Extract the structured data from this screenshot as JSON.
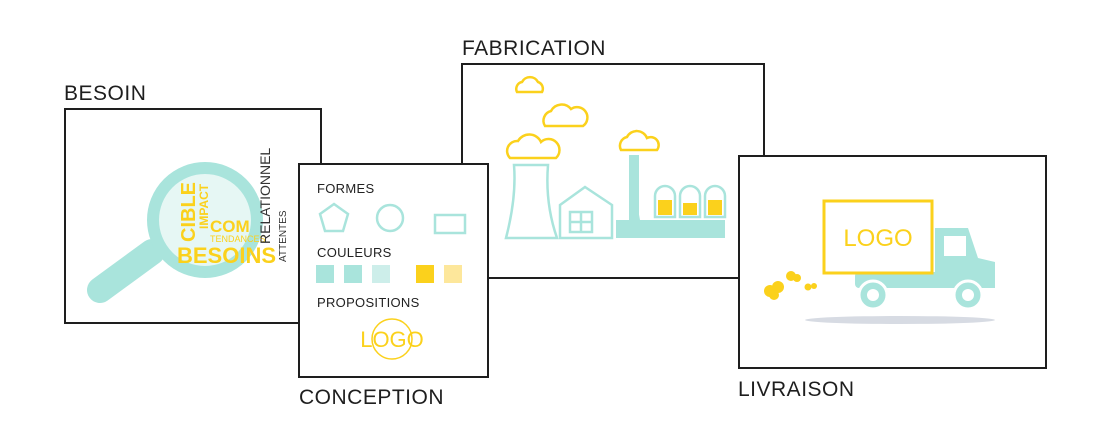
{
  "colors": {
    "teal": "#a9e4dc",
    "teal_light": "#cdeeea",
    "yellow": "#fbd11c",
    "yellow_light": "#fde79b",
    "line": "#1e1e1e",
    "shadow": "#d7dbe3"
  },
  "besoin": {
    "title": "BESOIN",
    "words": {
      "cible": "CIBLE",
      "impact": "IMPACT",
      "com": "COM",
      "tendances": "TENDANCES",
      "besoins": "BESOINS",
      "relationnel": "RELATIONNEL",
      "attentes": "ATTENTES"
    },
    "icon": "magnifying-glass-icon"
  },
  "fabrication": {
    "title": "FABRICATION",
    "icon": "factory-icon"
  },
  "conception": {
    "title": "CONCEPTION",
    "formes_label": "FORMES",
    "couleurs_label": "COULEURS",
    "propositions_label": "PROPOSITIONS",
    "logo_text": "LOGO",
    "shapes": [
      "pentagon-icon",
      "circle-icon",
      "rectangle-icon"
    ],
    "swatches": [
      "#a9e4dc",
      "#a9e4dc",
      "#cdeeea",
      "#fbd11c",
      "#fde79b"
    ]
  },
  "livraison": {
    "title": "LIVRAISON",
    "logo_text": "LOGO",
    "icon": "delivery-truck-icon"
  }
}
